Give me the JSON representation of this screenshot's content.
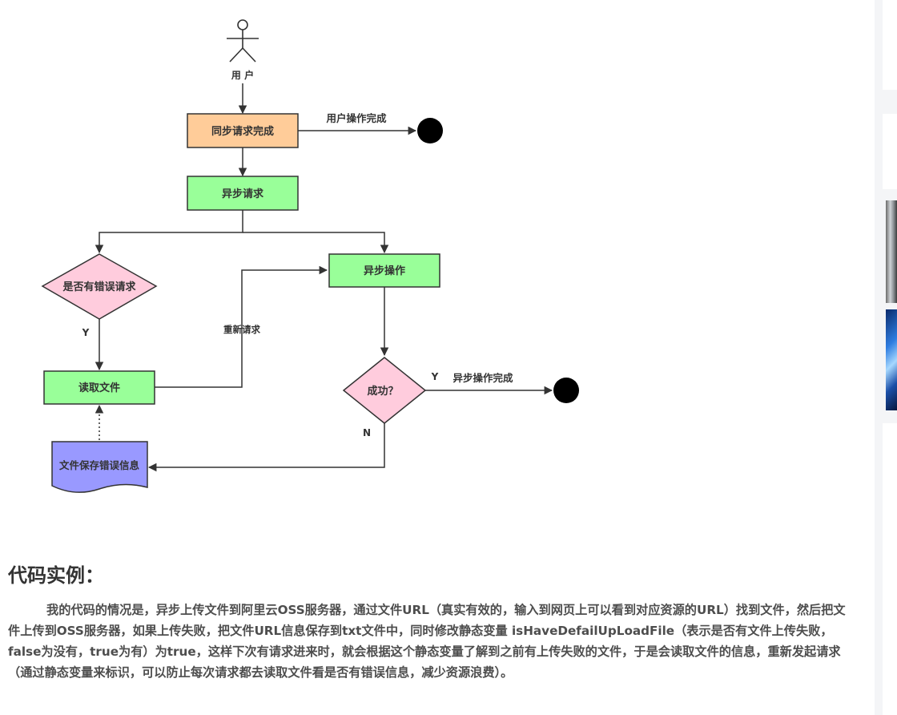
{
  "diagram": {
    "actor_label": "用 户",
    "nodes": {
      "sync_done": "同步请求完成",
      "async_request": "异步请求",
      "has_error_q": "是否有错误请求",
      "async_op": "异步操作",
      "read_file": "读取文件",
      "success_q": "成功？",
      "save_error": "文件保存错误信息"
    },
    "edges": {
      "user_done": "用户操作完成",
      "yes_1": "Y",
      "re_request": "重新请求",
      "yes_2": "Y",
      "async_done": "异步操作完成",
      "no": "N"
    },
    "colors": {
      "orange_fill": "#ffcc99",
      "green_fill": "#99ff99",
      "pink_fill": "#ffccdd",
      "purple_fill": "#9999ff",
      "stroke": "#333333",
      "terminal": "#000000"
    }
  },
  "article": {
    "section_title": "代码实例：",
    "paragraph": "我的代码的情况是，异步上传文件到阿里云OSS服务器，通过文件URL（真实有效的，输入到网页上可以看到对应资源的URL）找到文件，然后把文件上传到OSS服务器，如果上传失败，把文件URL信息保存到txt文件中，同时修改静态变量 isHaveDefailUpLoadFile（表示是否有文件上传失败，false为没有，true为有）为true，这样下次有请求进来时，就会根据这个静态变量了解到之前有上传失败的文件，于是会读取文件的信息，重新发起请求（通过静态变量来标识，可以防止每次请求都去读取文件看是否有错误信息，减少资源浪费）。"
  }
}
